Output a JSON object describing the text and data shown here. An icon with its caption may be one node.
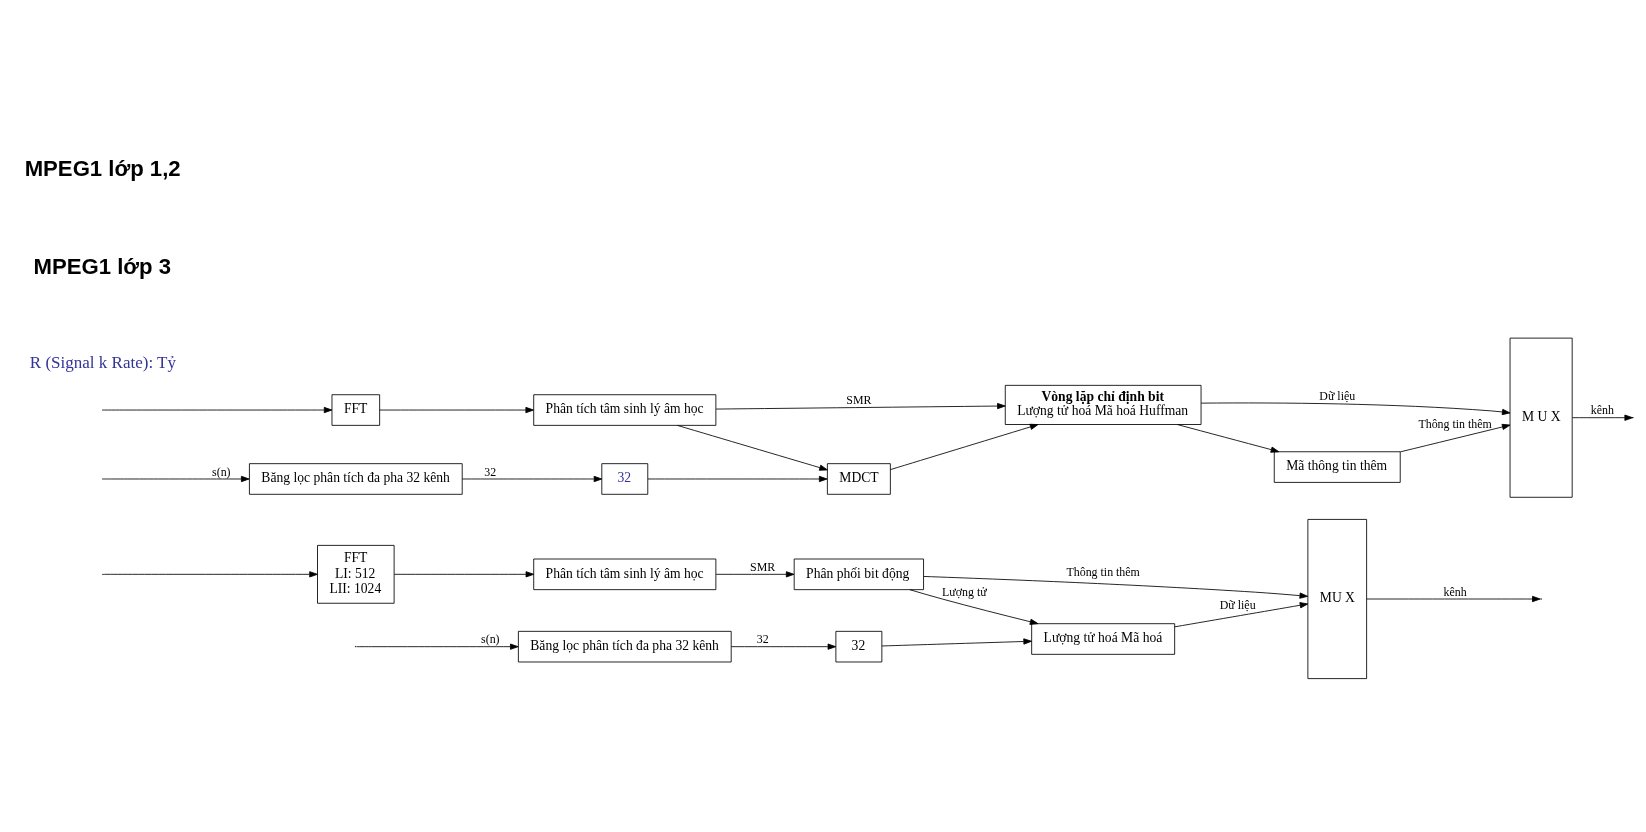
{
  "diagram": {
    "nodes": [
      {
        "text": [
          "Băng lọc phân tích đa pha 32 kênh"
        ]
      },
      {
        "text": [
          "32"
        ]
      },
      {
        "text": [
          "Lượng tử hoá Mã hoá"
        ]
      },
      {
        "text": [
          "MU X"
        ]
      },
      {
        "text": [
          "FFT",
          "LI: 512",
          "LII: 1024"
        ]
      },
      {
        "text": [
          "Phân tích tâm sinh lý âm học"
        ]
      },
      {
        "text": [
          "Phân phối bit động"
        ]
      },
      {
        "text": [
          "Băng lọc phân tích đa pha 32 kênh"
        ]
      },
      {
        "text": [
          "32"
        ]
      },
      {
        "text": [
          "MDCT"
        ]
      },
      {
        "text": [
          "Vòng lặp chỉ định bit",
          "Lượng tử hoá Mã hoá Huffman"
        ]
      },
      {
        "text": [
          "M U X"
        ]
      },
      {
        "text": [
          "FFT"
        ]
      },
      {
        "text": [
          "Phân tích tâm sinh lý âm học"
        ]
      },
      {
        "text": [
          "Mã thông tin thêm"
        ]
      }
    ],
    "edges": [
      {
        "from": null,
        "to": 0,
        "arrow": "to",
        "label": "s(n)"
      },
      {
        "from": null,
        "to": 4,
        "arrow": "to"
      },
      {
        "from": 0,
        "to": 1,
        "arrow": "to",
        "label": "32"
      },
      {
        "from": 1,
        "to": 2,
        "arrow": "to"
      },
      {
        "from": 2,
        "to": 3,
        "arrow": "to",
        "label": "Dữ liệu"
      },
      {
        "from": 4,
        "to": 5,
        "arrow": "to"
      },
      {
        "from": 5,
        "to": 6,
        "arrow": "to",
        "label": "SMR"
      },
      {
        "from": 6,
        "to": 2,
        "arrow": "to",
        "label": "Lượng tử"
      },
      {
        "from": 6,
        "to": 3,
        "arrow": "to",
        "label": "Thông tin thêm"
      },
      {
        "from": 3,
        "to": null,
        "arrow": "to",
        "label": "kênh"
      },
      {
        "from": null,
        "to": 7,
        "arrow": "to",
        "label": "s(n)"
      },
      {
        "from": null,
        "to": 12,
        "arrow": "to"
      },
      {
        "from": 7,
        "to": 8,
        "arrow": "to",
        "label": "32"
      },
      {
        "from": 8,
        "to": 9,
        "arrow": "to"
      },
      {
        "from": 9,
        "to": 10,
        "arrow": "to"
      },
      {
        "from": 10,
        "to": 11,
        "arrow": "to",
        "label": "Dữ liệu"
      },
      {
        "from": 11,
        "to": null,
        "arrow": "to",
        "label": "kênh"
      },
      {
        "from": 12,
        "to": 13,
        "arrow": "to"
      },
      {
        "from": 13,
        "to": 9,
        "arrow": "to"
      },
      {
        "from": 13,
        "to": 10,
        "arrow": "to",
        "label": "SMR"
      },
      {
        "from": 10,
        "to": 14,
        "arrow": "to"
      },
      {
        "from": 14,
        "to": 11,
        "arrow": "to",
        "label": "Thông tin thêm"
      }
    ],
    "labels": [
      "MPEG1 lớp 1,2",
      "MPEG1 lớp 3",
      "R (Signal k Rate): Tỷ"
    ]
  }
}
